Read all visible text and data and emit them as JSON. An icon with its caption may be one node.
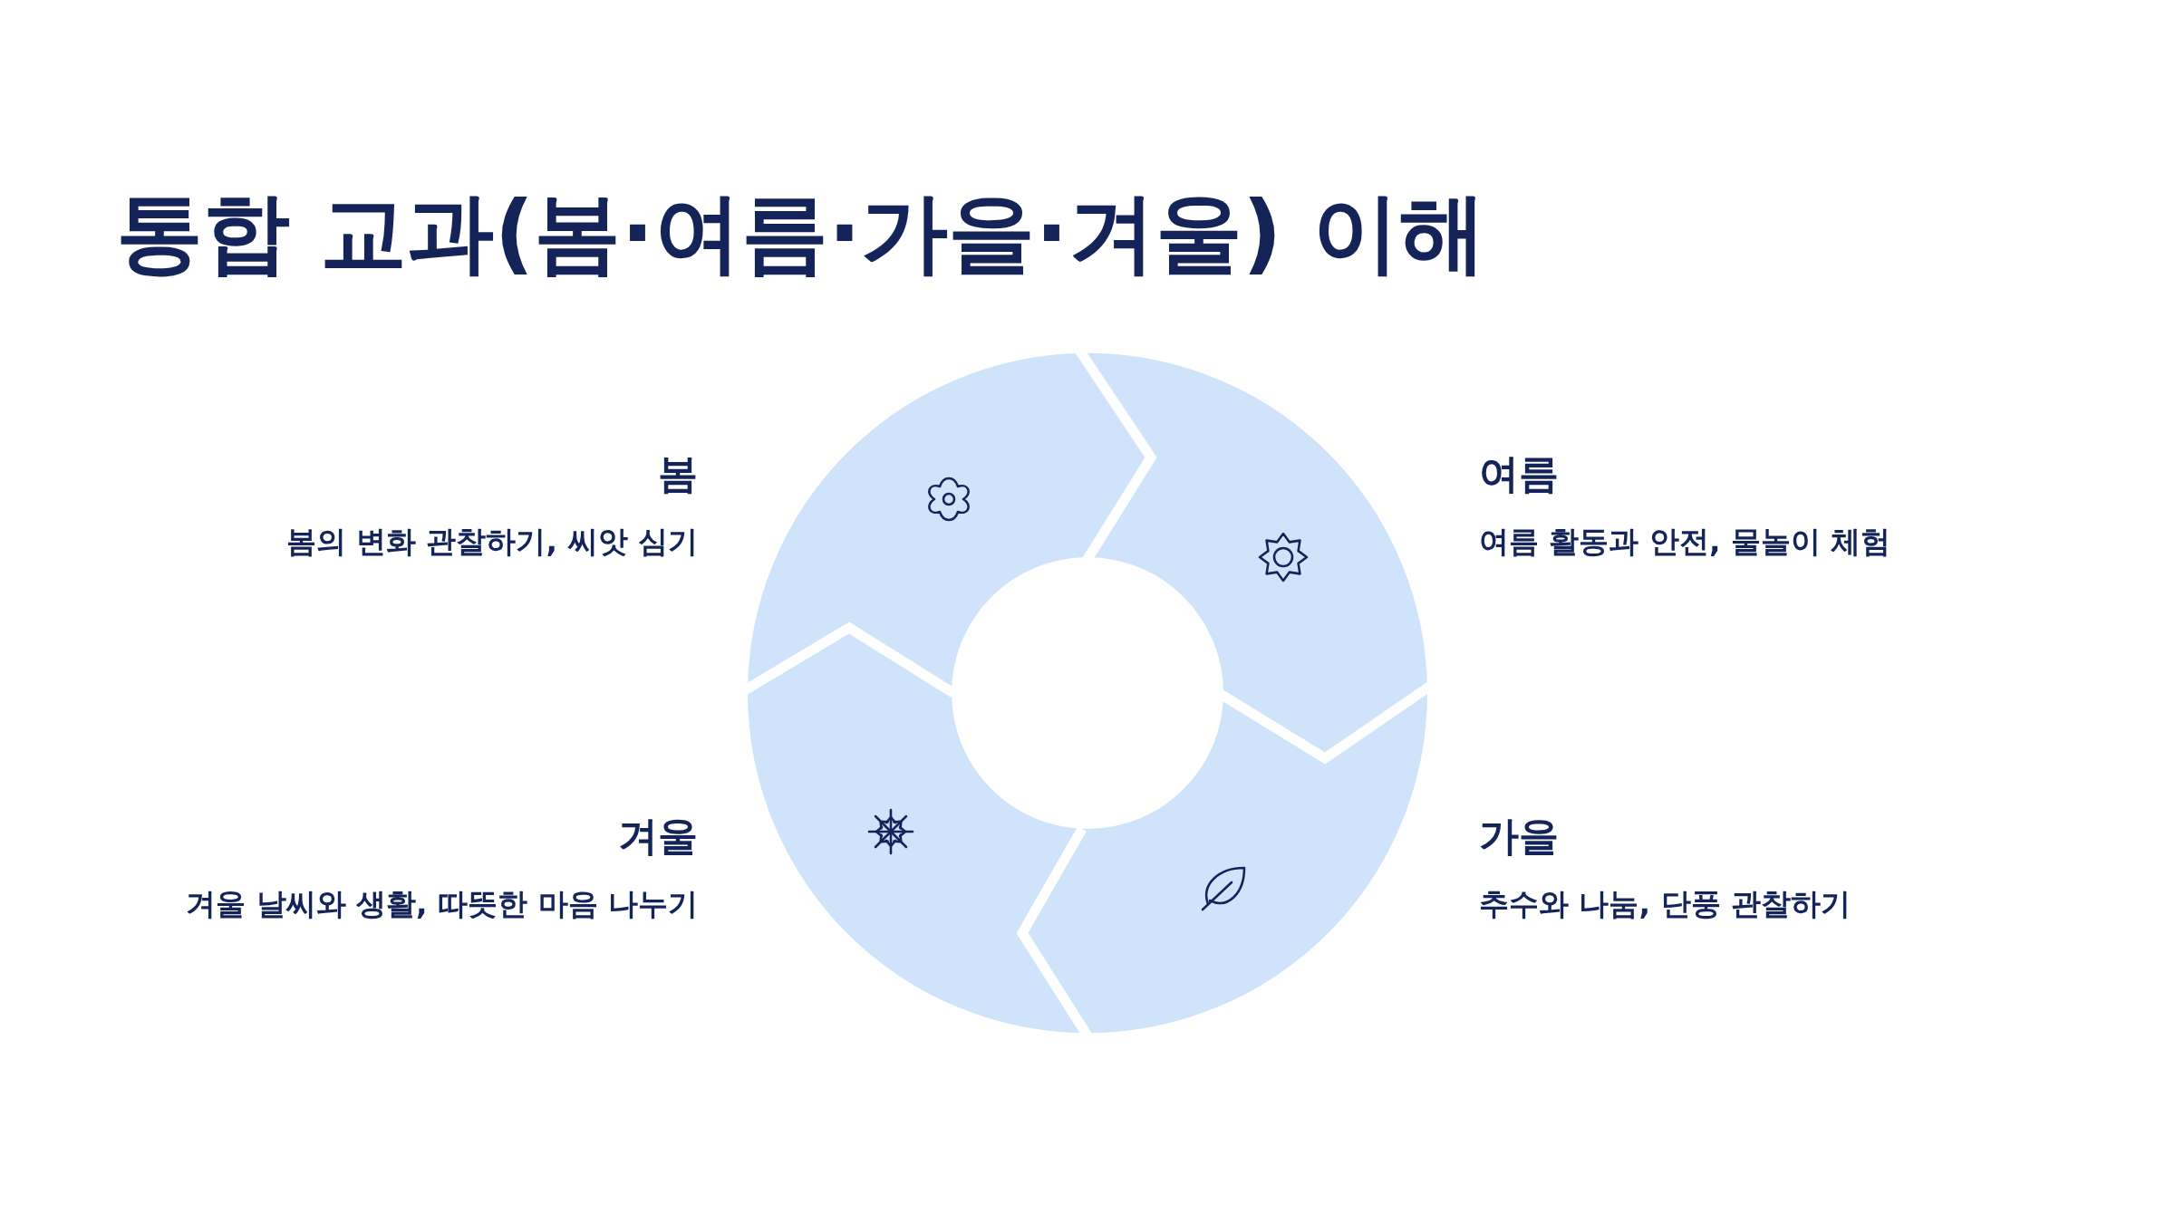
{
  "diagram": {
    "title": "통합 교과(봄·여름·가을·겨울) 이해",
    "labels": [
      "봄",
      "봄의 변화 관찰하기, 씨앗 심기",
      "여름",
      "여름 활동과 안전, 물놀이 체험",
      "겨울",
      "겨울 날씨와 생활, 따뜻한 마음 나누기",
      "가을",
      "추수와 나눔, 단풍 관찰하기"
    ]
  }
}
